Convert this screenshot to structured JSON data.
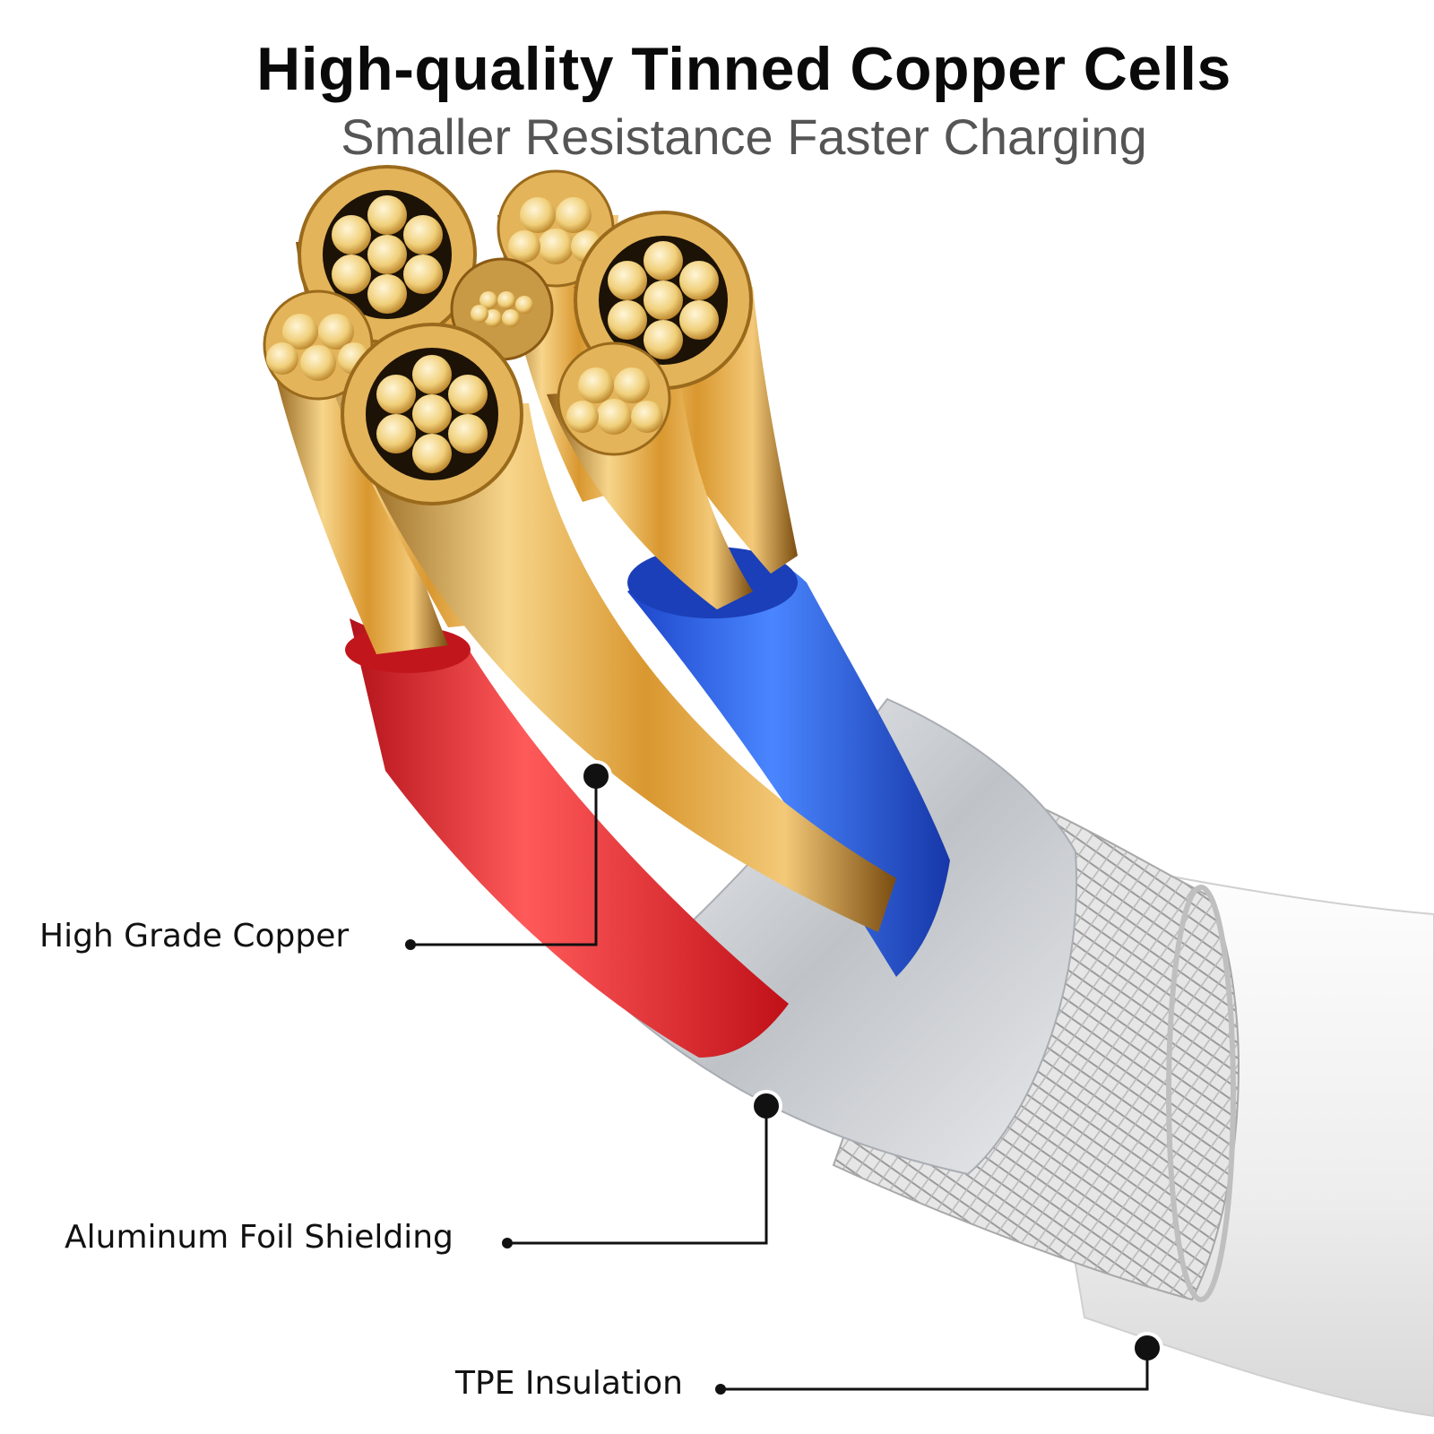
{
  "header": {
    "title": "High-quality Tinned Copper Cells",
    "subtitle": "Smaller Resistance Faster Charging"
  },
  "callouts": [
    {
      "id": "copper",
      "label": "High Grade Copper"
    },
    {
      "id": "foil",
      "label": "Aluminum Foil Shielding"
    },
    {
      "id": "tpe",
      "label": "TPE Insulation"
    }
  ],
  "colors": {
    "copper": "#e0a94a",
    "red_insulation": "#e3262d",
    "blue_insulation": "#2e62e8",
    "foil": "#cfd2d6",
    "braid": "#d9d9d9",
    "jacket": "#f2f2f2",
    "leader_line": "#111111"
  }
}
